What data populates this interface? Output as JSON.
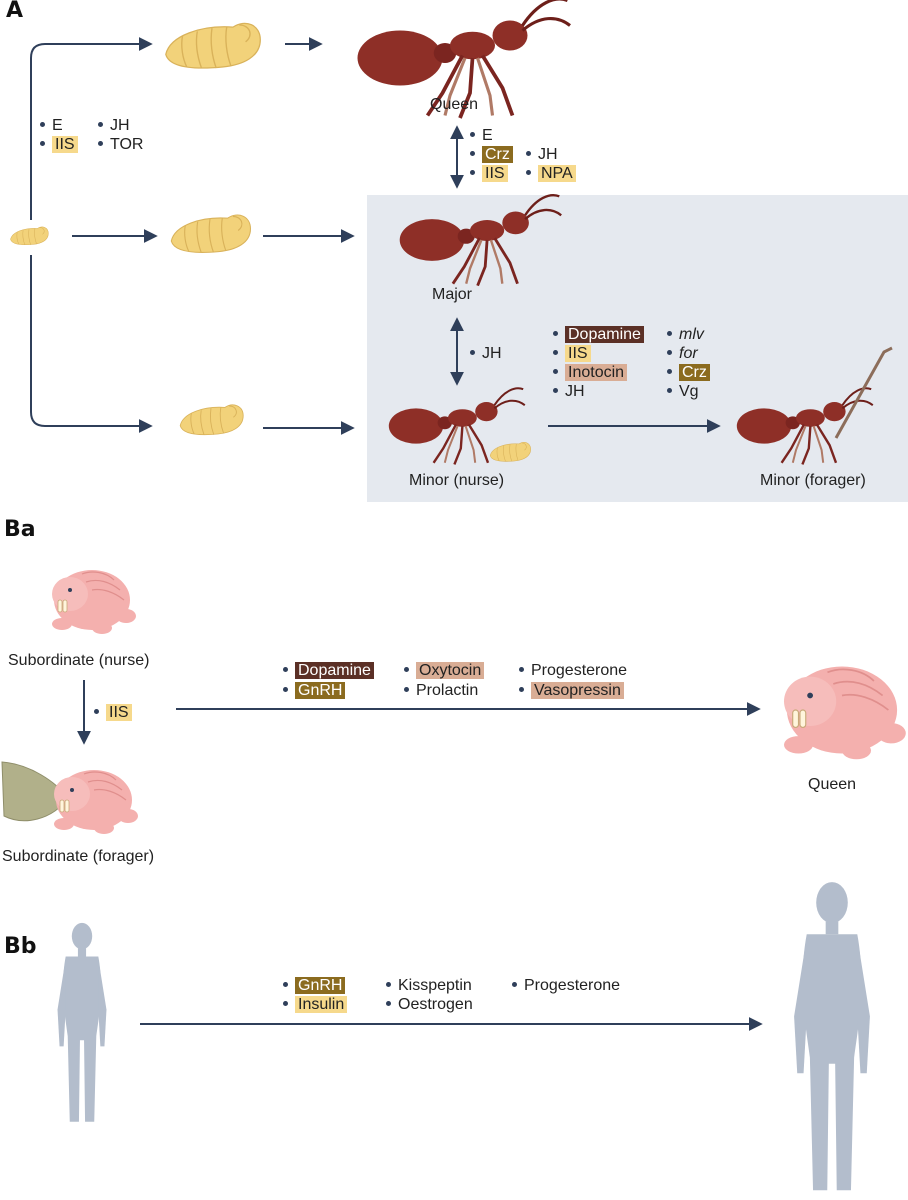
{
  "panels": {
    "A": {
      "letter": "A",
      "captions": {
        "queen": "Queen",
        "major": "Major",
        "minor_nurse": "Minor (nurse)",
        "minor_forager": "Minor (forager)"
      },
      "larva_to_queen": [
        {
          "text": "E",
          "style": "plain"
        },
        {
          "text": "IIS",
          "style": "yellow"
        },
        {
          "text": "JH",
          "style": "plain"
        },
        {
          "text": "TOR",
          "style": "plain"
        }
      ],
      "queen_major": [
        {
          "text": "E",
          "style": "plain"
        },
        {
          "text": "Crz",
          "style": "olive"
        },
        {
          "text": "IIS",
          "style": "yellow"
        },
        {
          "text": "JH",
          "style": "plain"
        },
        {
          "text": "NPA",
          "style": "yellow"
        }
      ],
      "major_minor": [
        {
          "text": "JH",
          "style": "plain"
        }
      ],
      "nurse_forager": [
        {
          "text": "Dopamine",
          "style": "brown"
        },
        {
          "text": "IIS",
          "style": "yellow"
        },
        {
          "text": "Inotocin",
          "style": "tan"
        },
        {
          "text": "JH",
          "style": "plain"
        },
        {
          "text": "mlv",
          "style": "italic"
        },
        {
          "text": "for",
          "style": "italic"
        },
        {
          "text": "Crz",
          "style": "olive"
        },
        {
          "text": "Vg",
          "style": "plain"
        }
      ]
    },
    "Ba": {
      "letter": "Ba",
      "captions": {
        "nurse": "Subordinate (nurse)",
        "forager": "Subordinate (forager)",
        "queen": "Queen"
      },
      "nurse_forager": [
        {
          "text": "IIS",
          "style": "yellow"
        }
      ],
      "to_queen": [
        {
          "text": "Dopamine",
          "style": "brown"
        },
        {
          "text": "GnRH",
          "style": "olive"
        },
        {
          "text": "Oxytocin",
          "style": "tan"
        },
        {
          "text": "Prolactin",
          "style": "plain"
        },
        {
          "text": "Progesterone",
          "style": "plain"
        },
        {
          "text": "Vasopressin",
          "style": "tan"
        }
      ]
    },
    "Bb": {
      "letter": "Bb",
      "to_adult": [
        {
          "text": "GnRH",
          "style": "olive"
        },
        {
          "text": "Insulin",
          "style": "yellow"
        },
        {
          "text": "Kisspeptin",
          "style": "plain"
        },
        {
          "text": "Oestrogen",
          "style": "plain"
        },
        {
          "text": "Progesterone",
          "style": "plain"
        }
      ]
    }
  },
  "colors": {
    "arrow": "#2f3f5a",
    "shade": "#e5e9ef",
    "larva": "#f2d27a",
    "ant": "#8e2f27",
    "mole_rat": "#f4b0ae",
    "human": "#b3bdcc",
    "highlight_yellow": "#f6d98c",
    "highlight_olive": "#8b6b1f",
    "highlight_brown": "#5b3026",
    "highlight_tan": "#d9ad95"
  }
}
